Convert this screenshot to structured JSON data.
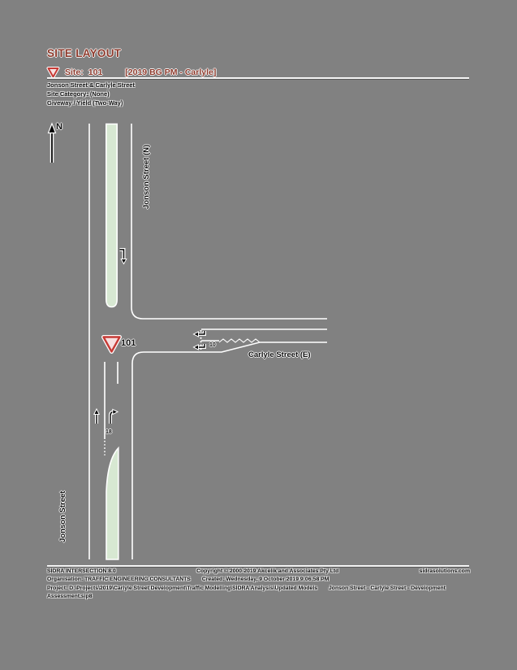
{
  "header": {
    "title": "SITE LAYOUT",
    "site_label": "Site:",
    "site_id": "101",
    "scenario": "[2019 BG PM - Carlyle]",
    "description_lines": [
      "Jonson Street & Carlyle Street",
      "Site Category: (None)",
      "Giveway / Yield (Two-Way)"
    ]
  },
  "diagram": {
    "north_indicator": "N",
    "streets": {
      "north": "Jonson Street (N)",
      "east": "Carlyle Street (E)",
      "south": "Jonson Street"
    },
    "site_marker_label": "101",
    "short_lane_lengths": {
      "east_approach": "10",
      "south_approach": "18"
    }
  },
  "footer": {
    "line1": {
      "left": "SIDRA INTERSECTION 8.0",
      "center": "Copyright © 2000-2019 Akcelik and Associates Pty Ltd",
      "right": "sidrasolutions.com"
    },
    "line2": {
      "left": "Organisation: TRAFFIC ENGINEERING CONSULTANTS",
      "right": "Created: Wednesday, 9 October 2019 9:06:58 PM"
    },
    "line3": {
      "left": "Project: D:\\Projects\\2019\\Carlyle Street Development\\Traffic Modelling\\SIDRA Analysis\\Updated Models",
      "right": "Jonson Street - Carlyle Street - Development"
    },
    "line4": "Assessment.sip8"
  },
  "colors": {
    "background": "#818181",
    "accent_red": "#8e3a2c",
    "island_green": "#d7e8d2",
    "yield_red": "#c63a35",
    "road_line": "#ffffff",
    "text": "#0d0d0d"
  }
}
